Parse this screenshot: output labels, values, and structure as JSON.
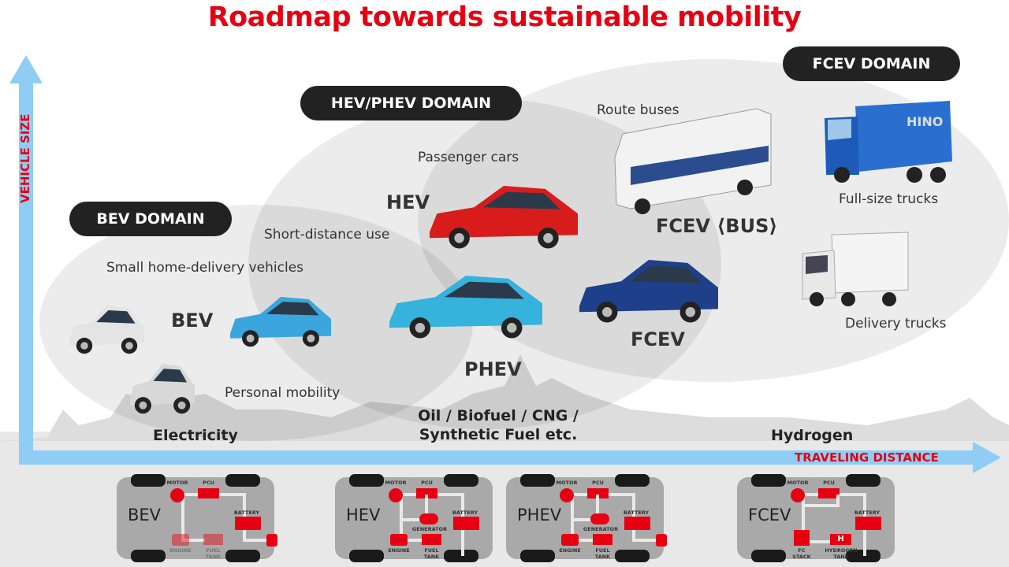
{
  "title": "Roadmap towards sustainable mobility",
  "axes": {
    "y": "VEHICLE SIZE",
    "x": "TRAVELING DISTANCE"
  },
  "domains": {
    "bev": "BEV DOMAIN",
    "hev": "HEV/PHEV DOMAIN",
    "fcev": "FCEV DOMAIN"
  },
  "labels": {
    "small_delivery": "Small home-delivery vehicles",
    "personal": "Personal mobility",
    "short": "Short-distance use",
    "passenger": "Passenger cars",
    "buses": "Route buses",
    "full_trucks": "Full-size trucks",
    "delivery_trucks": "Delivery trucks"
  },
  "types": {
    "bev": "BEV",
    "hev": "HEV",
    "phev": "PHEV",
    "fcev": "FCEV",
    "fcev_bus": "FCEV ⟨BUS⟩"
  },
  "fuels": {
    "electricity": "Electricity",
    "oil_line1": "Oil / Biofuel / CNG /",
    "oil_line2": "Synthetic Fuel etc.",
    "hydrogen": "Hydrogen"
  },
  "truck_brand": "HINO",
  "powertrains": [
    {
      "name": "BEV",
      "motor": "MOTOR",
      "pcu": "PCU",
      "battery": "BATTERY",
      "engine": "ENGINE",
      "fuel_tank": "FUEL TANK"
    },
    {
      "name": "HEV",
      "motor": "MOTOR",
      "pcu": "PCU",
      "battery": "BATTERY",
      "generator": "GENERATOR",
      "engine": "ENGINE",
      "fuel_tank": "FUEL TANK"
    },
    {
      "name": "PHEV",
      "motor": "MOTOR",
      "pcu": "PCU",
      "battery": "BATTERY",
      "generator": "GENERATOR",
      "engine": "ENGINE",
      "fuel_tank": "FUEL TANK"
    },
    {
      "name": "FCEV",
      "motor": "MOTOR",
      "pcu": "PCU",
      "battery": "BATTERY",
      "fc_stack": "FC STACK",
      "hydrogen_tank": "HYDROGEN TANK",
      "h_mark": "H"
    }
  ],
  "colors": {
    "accent": "#e60012",
    "axis": "#8fcdf5",
    "pill": "#222222"
  }
}
